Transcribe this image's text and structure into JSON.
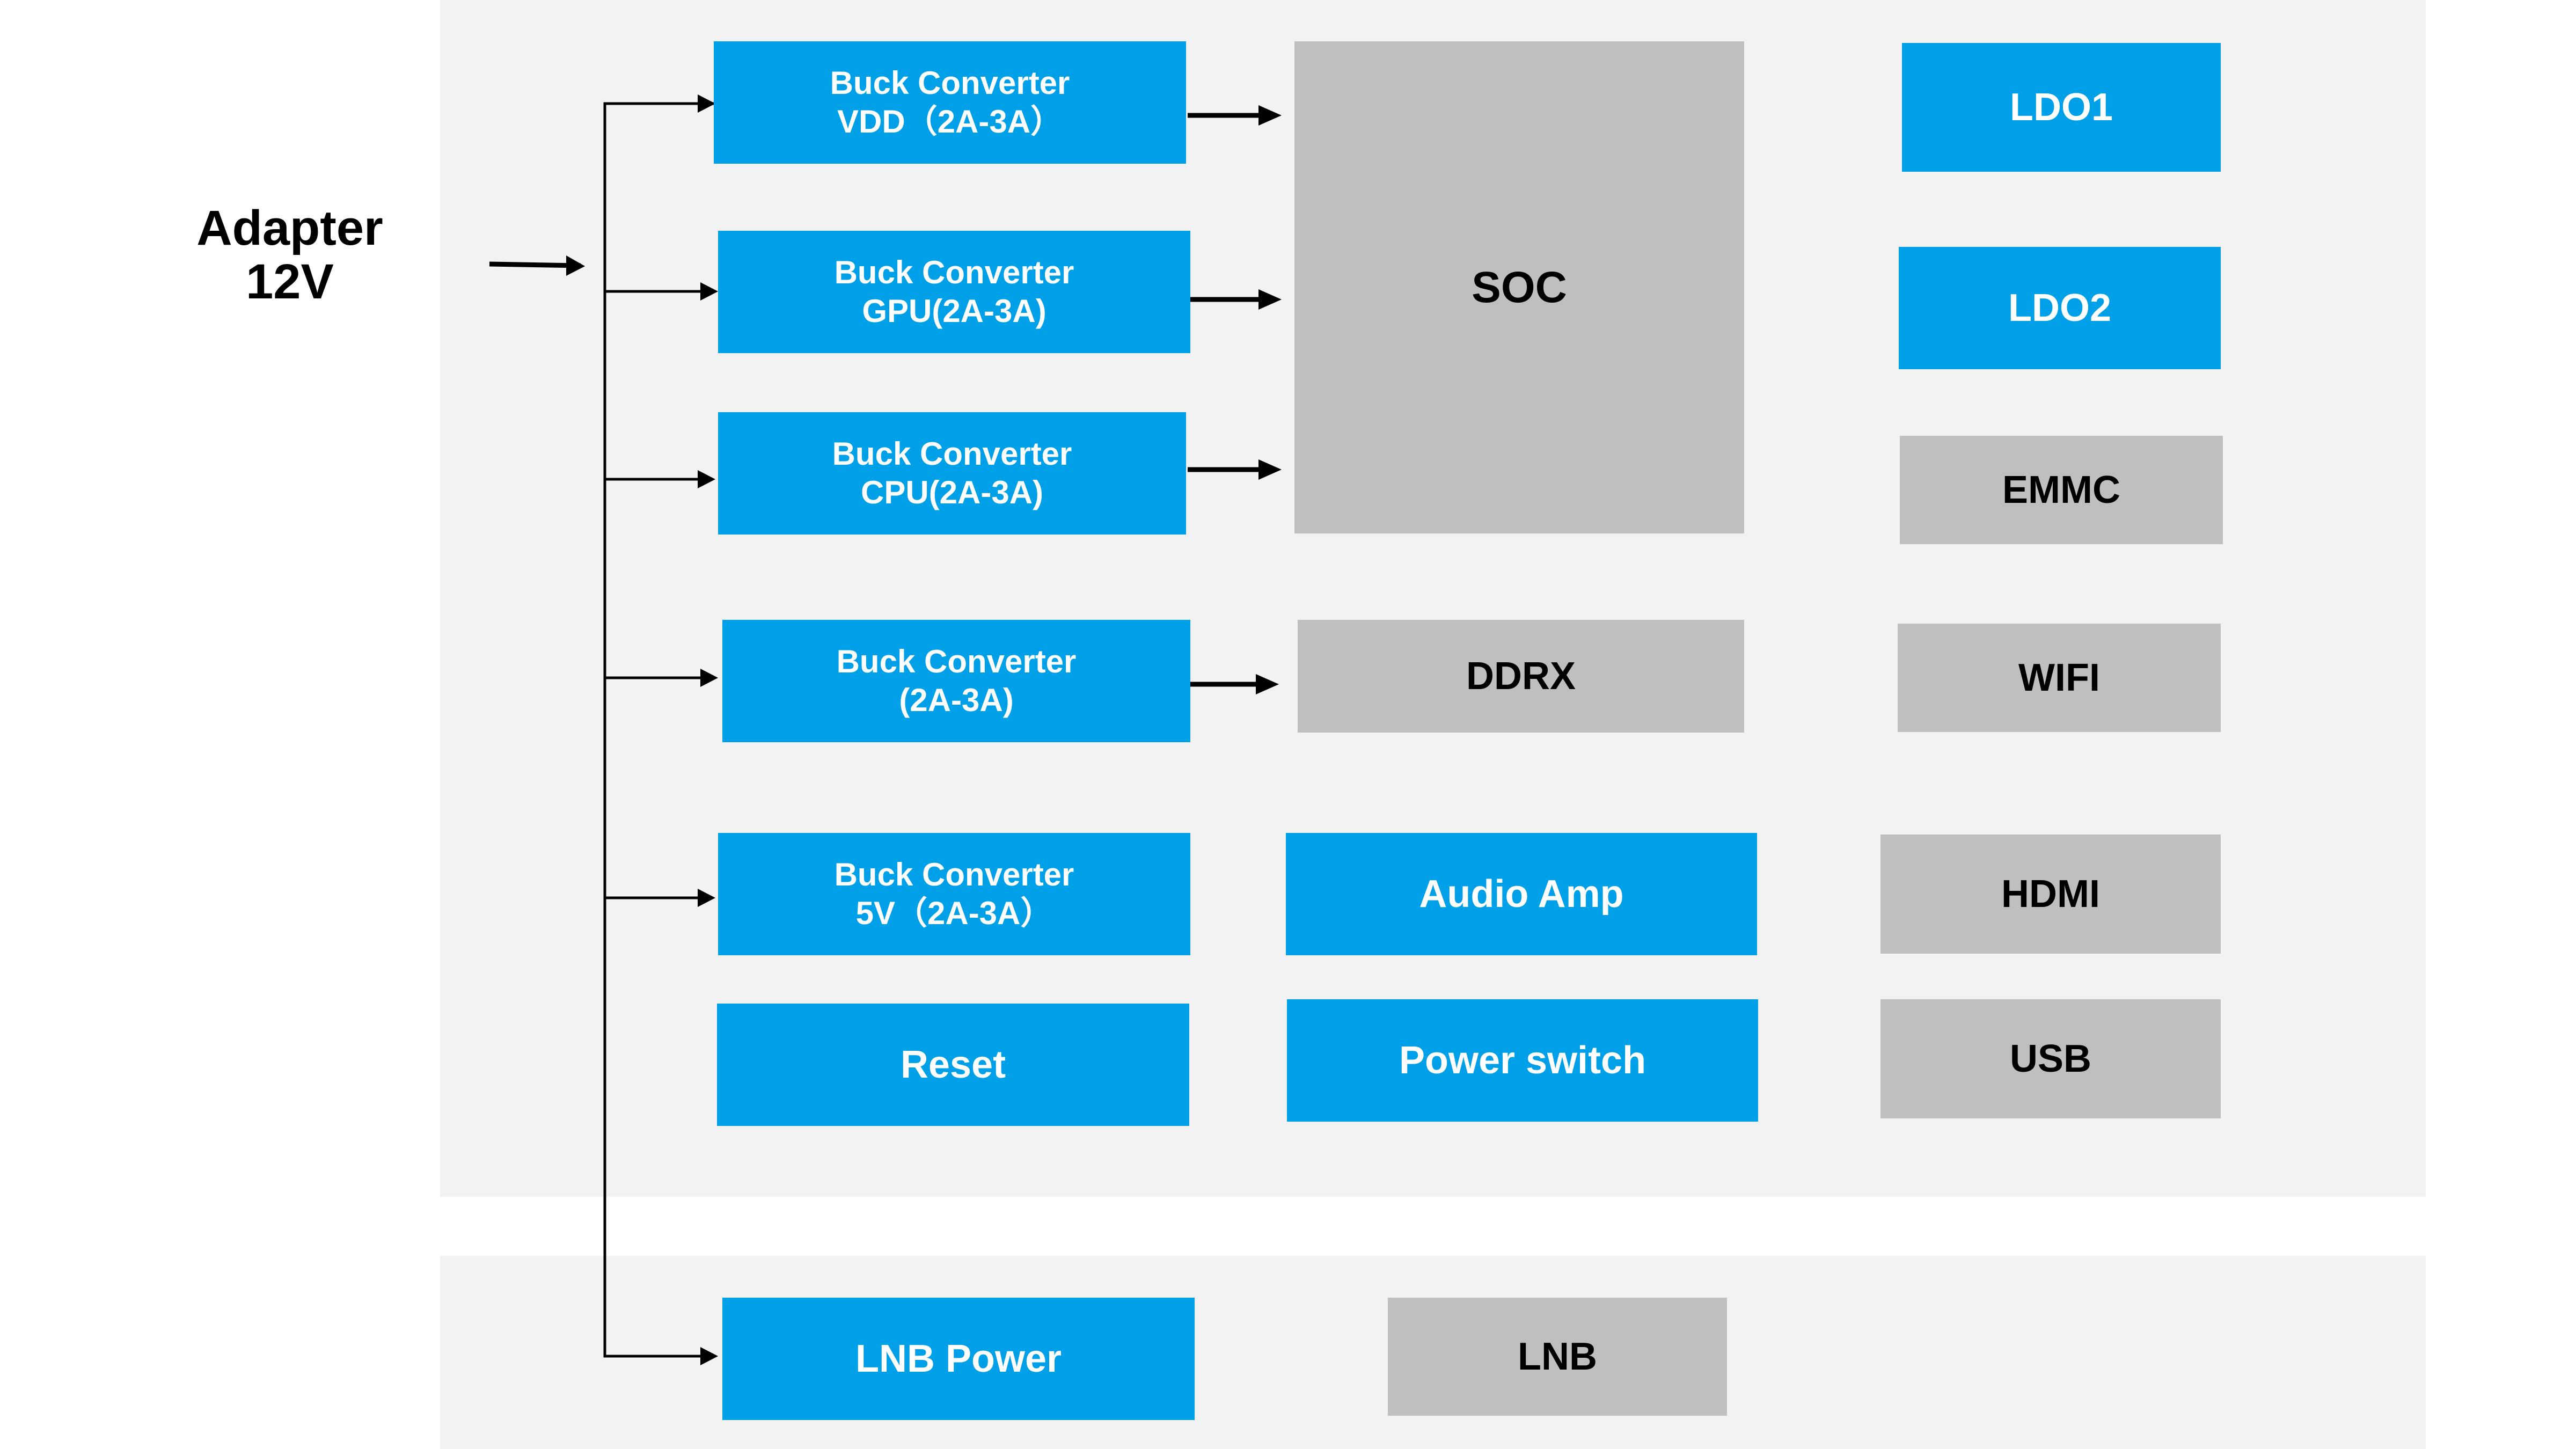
{
  "adapter": {
    "line1": "Adapter",
    "line2": "12V"
  },
  "buck_vdd": {
    "line1": "Buck Converter",
    "line2": "VDD（2A-3A）"
  },
  "buck_gpu": {
    "line1": "Buck Converter",
    "line2": "GPU(2A-3A)"
  },
  "buck_cpu": {
    "line1": "Buck Converter",
    "line2": "CPU(2A-3A)"
  },
  "buck_ddr": {
    "line1": "Buck Converter",
    "line2": "(2A-3A)"
  },
  "buck_5v": {
    "line1": "Buck Converter",
    "line2": "5V（2A-3A）"
  },
  "reset": "Reset",
  "lnb_power": "LNB Power",
  "soc": "SOC",
  "ddrx": "DDRX",
  "audio_amp": "Audio Amp",
  "power_switch": "Power switch",
  "lnb": "LNB",
  "ldo1": "LDO1",
  "ldo2": "LDO2",
  "emmc": "EMMC",
  "wifi": "WIFI",
  "hdmi": "HDMI",
  "usb": "USB",
  "colors": {
    "blue": "#00a0e9",
    "gray": "#bfbfbf",
    "panel": "#f2f2f2"
  }
}
